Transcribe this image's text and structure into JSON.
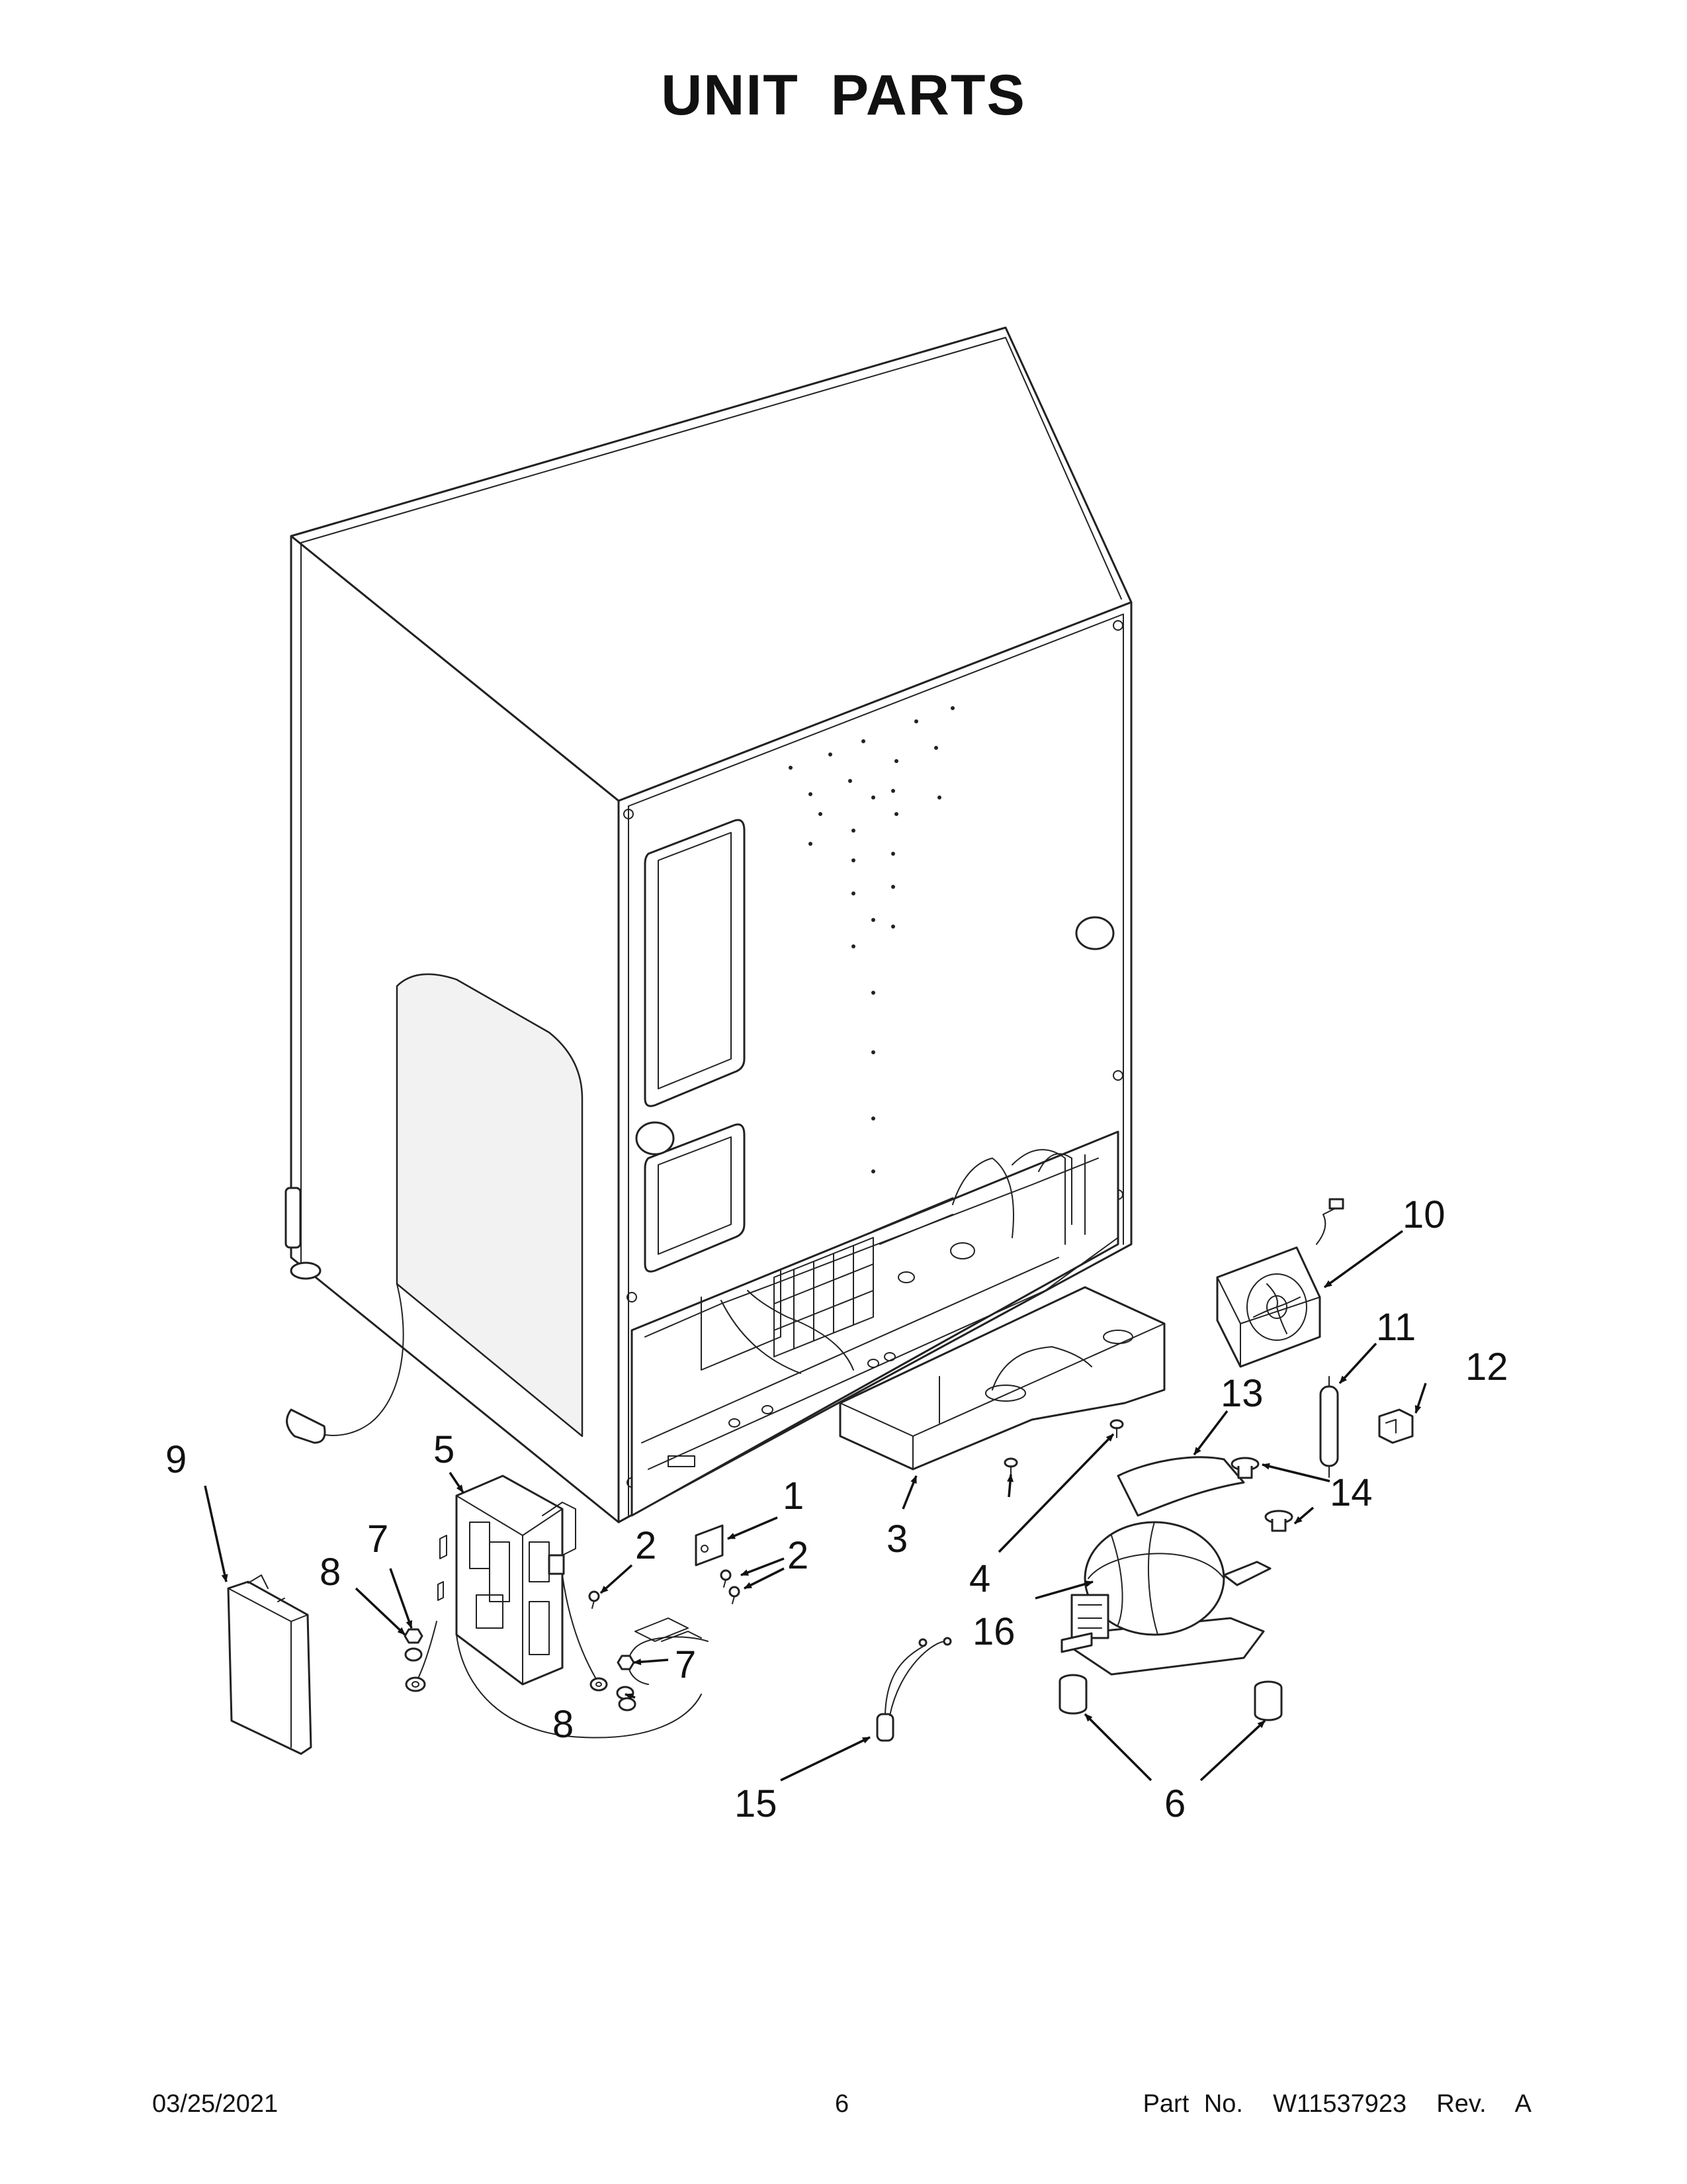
{
  "page": {
    "title": "UNIT PARTS",
    "footer_date": "03/25/2021",
    "footer_page": "6",
    "footer_part": "Part No.  W11537923  Rev.  A"
  },
  "callouts": {
    "c1": "1",
    "c2a": "2",
    "c2b": "2",
    "c3": "3",
    "c4": "4",
    "c5": "5",
    "c6": "6",
    "c7a": "7",
    "c7b": "7",
    "c8a": "8",
    "c8b": "8",
    "c9": "9",
    "c10": "10",
    "c11": "11",
    "c12": "12",
    "c13": "13",
    "c14": "14",
    "c15": "15",
    "c16": "16"
  }
}
